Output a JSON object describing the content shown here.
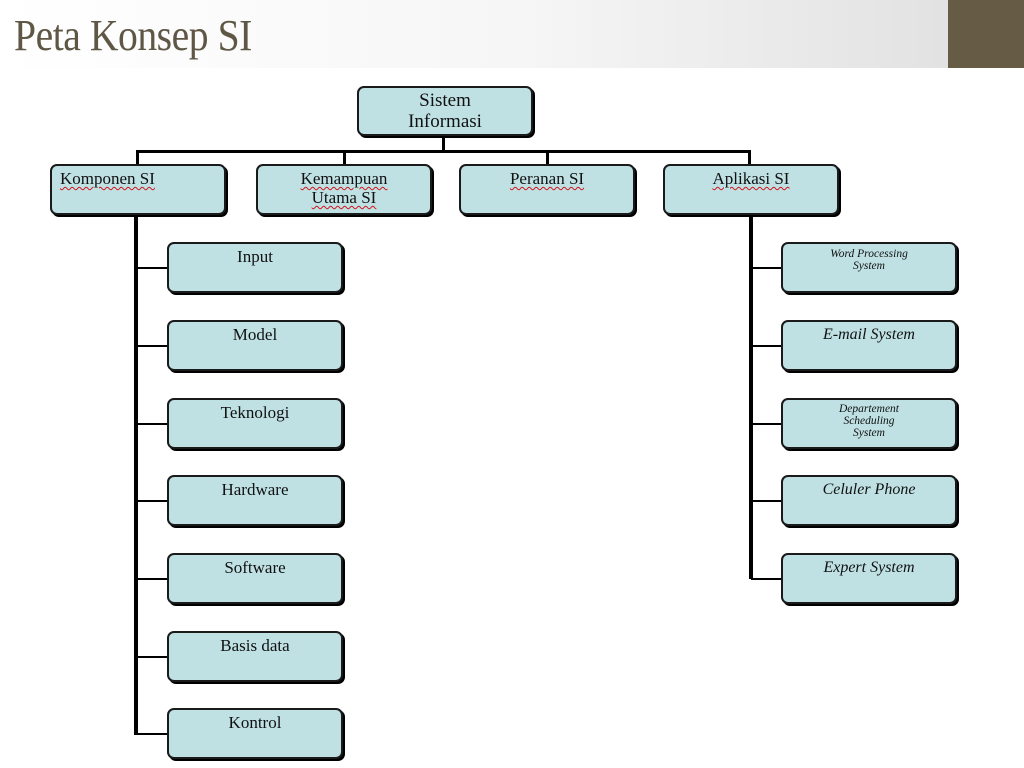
{
  "slide": {
    "title": "Peta Konsep SI"
  },
  "diagram": {
    "root": {
      "label": "Sistem\nInformasi"
    },
    "branches": [
      {
        "label": "Komponen SI"
      },
      {
        "label": "Kemampuan\nUtama SI"
      },
      {
        "label": "Peranan SI"
      },
      {
        "label": "Aplikasi SI"
      }
    ],
    "komponen_items": [
      {
        "label": "Input"
      },
      {
        "label": "Model"
      },
      {
        "label": "Teknologi"
      },
      {
        "label": "Hardware"
      },
      {
        "label": "Software"
      },
      {
        "label": "Basis data"
      },
      {
        "label": "Kontrol"
      }
    ],
    "aplikasi_items": [
      {
        "label": "Word Processing\nSystem"
      },
      {
        "label": "E-mail System"
      },
      {
        "label": "Departement\nScheduling\nSystem"
      },
      {
        "label": "Celuler Phone"
      },
      {
        "label": "Expert System"
      }
    ]
  },
  "colors": {
    "box_fill": "#bfe1e4",
    "title_text": "#5f5745",
    "accent_corner": "#665b45"
  }
}
